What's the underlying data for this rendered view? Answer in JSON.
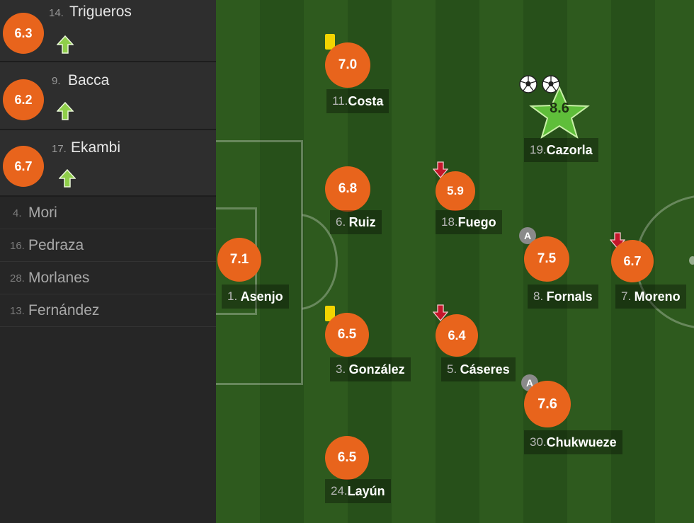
{
  "substitutes_in": [
    {
      "rating": "6.3",
      "number": "14.",
      "name": "Trigueros"
    },
    {
      "rating": "6.2",
      "number": "9.",
      "name": "Bacca"
    },
    {
      "rating": "6.7",
      "number": "17.",
      "name": "Ekambi"
    }
  ],
  "bench": [
    {
      "number": "4.",
      "name": "Mori"
    },
    {
      "number": "16.",
      "name": "Pedraza"
    },
    {
      "number": "28.",
      "name": "Morlanes"
    },
    {
      "number": "13.",
      "name": "Fernández"
    }
  ],
  "players": [
    {
      "rating": "7.0",
      "number": "11.",
      "name": "Costa"
    },
    {
      "rating": "8.6",
      "number": "19.",
      "name": "Cazorla"
    },
    {
      "rating": "6.8",
      "number": "6.",
      "name": "Ruiz"
    },
    {
      "rating": "5.9",
      "number": "18.",
      "name": "Fuego"
    },
    {
      "rating": "7.1",
      "number": "1.",
      "name": "Asenjo"
    },
    {
      "rating": "7.5",
      "number": "8.",
      "name": "Fornals"
    },
    {
      "rating": "6.7",
      "number": "7.",
      "name": "Moreno"
    },
    {
      "rating": "6.5",
      "number": "3.",
      "name": "González"
    },
    {
      "rating": "6.4",
      "number": "5.",
      "name": "Cáseres"
    },
    {
      "rating": "7.6",
      "number": "30.",
      "name": "Chukwueze"
    },
    {
      "rating": "6.5",
      "number": "24.",
      "name": "Layún"
    }
  ],
  "captain_label": "A",
  "colors": {
    "rating": "#e8641c",
    "star": "#5fbe3a",
    "yellow_card": "#f2d400",
    "sub_in_arrow": "#8fce4a",
    "sub_off_arrow": "#c4162a"
  },
  "icons": [
    "arrow-up-icon",
    "arrow-down-icon",
    "yellow-card-icon",
    "captain-icon",
    "star-icon",
    "ball-icon"
  ]
}
